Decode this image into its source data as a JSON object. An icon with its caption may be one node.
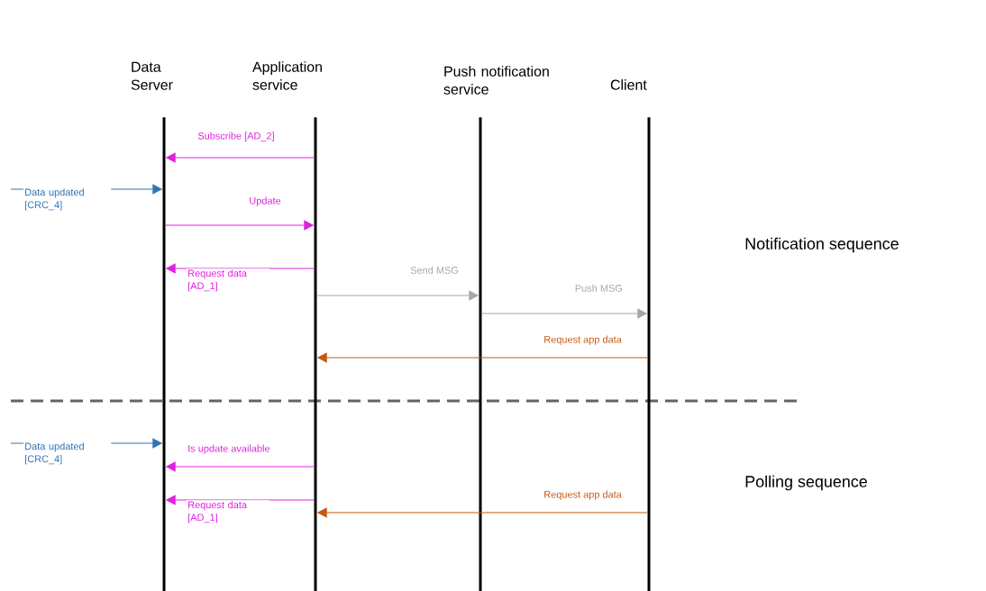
{
  "diagram": {
    "nodes": [
      {
        "text": [
          "Data Server"
        ]
      },
      {
        "text": [
          "Application service"
        ]
      },
      {
        "text": [
          "Push notification service"
        ]
      },
      {
        "text": [
          "Client"
        ]
      }
    ],
    "edges": [
      {
        "from": 1,
        "to": 0,
        "arrow": "to",
        "label": "Subscribe [AD_2]"
      },
      {
        "from": null,
        "to": 0,
        "arrow": "to",
        "label": "Data updated [CRC_4]",
        "color": "#2e75b6"
      },
      {
        "from": 0,
        "to": 1,
        "arrow": "to",
        "label": "Update"
      },
      {
        "from": 1,
        "to": 0,
        "arrow": "to",
        "label": "Request data [AD_1]"
      },
      {
        "from": 1,
        "to": 2,
        "arrow": "to",
        "label": "Send MSG",
        "color": "#a6a6a6"
      },
      {
        "from": 2,
        "to": 3,
        "arrow": "to",
        "label": "Push MSG",
        "color": "#a6a6a6"
      },
      {
        "from": 3,
        "to": 1,
        "arrow": "to",
        "label": "Request app data",
        "color": "#c55a11"
      },
      {
        "from": null,
        "to": 0,
        "arrow": "to",
        "label": "Data updated [CRC_4]",
        "color": "#2e75b6"
      },
      {
        "from": 1,
        "to": 0,
        "arrow": "to",
        "label": "Is update available"
      },
      {
        "from": 1,
        "to": 0,
        "arrow": "to",
        "label": "Request data [AD_1]"
      },
      {
        "from": 3,
        "to": 1,
        "arrow": "to",
        "label": "Request app data",
        "color": "#c55a11"
      }
    ],
    "labels": [
      "Notification sequence",
      "Polling sequence"
    ]
  }
}
